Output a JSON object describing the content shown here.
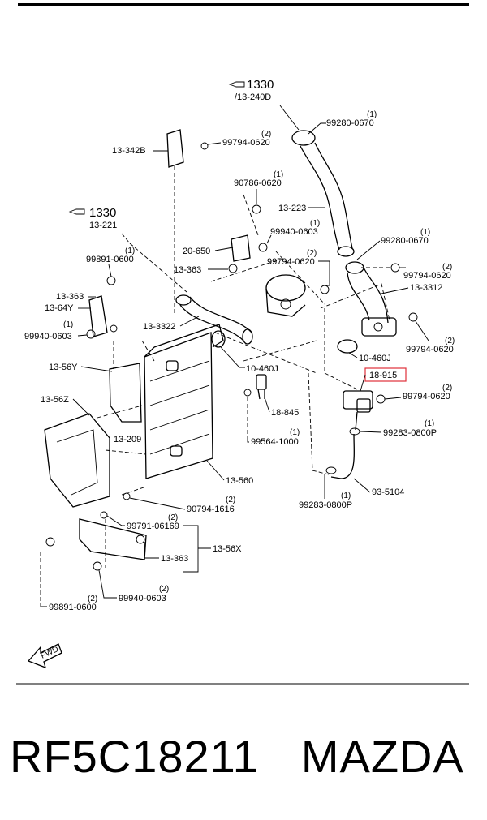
{
  "diagram": {
    "ref_upper": "1330",
    "ref_upper_sub": "/13-240D",
    "ref_left": "1330",
    "ref_left_sub": "13-221",
    "fwd": "FWD",
    "parts": {
      "p99280_0670_a": "99280-0670",
      "p99280_0670_a_qty": "(1)",
      "p13_342b": "13-342B",
      "p99794_0620_a": "99794-0620",
      "p99794_0620_a_qty": "(2)",
      "p90786_0620": "90786-0620",
      "p90786_0620_qty": "(1)",
      "p13_223": "13-223",
      "p99940_0603_a": "99940-0603",
      "p99940_0603_a_qty": "(1)",
      "p99280_0670_b": "99280-0670",
      "p99280_0670_b_qty": "(1)",
      "p20_650": "20-650",
      "p99891_0600_a": "99891-0600",
      "p99891_0600_a_qty": "(1)",
      "p99794_0620_b": "99794-0620",
      "p99794_0620_b_qty": "(2)",
      "p99794_0620_c": "99794-0620",
      "p99794_0620_c_qty": "(2)",
      "p13_363_a": "13-363",
      "p13_3312": "13-3312",
      "p13_363_b": "13-363",
      "p13_64y": "13-64Y",
      "p13_3322": "13-3322",
      "p99940_0603_b": "99940-0603",
      "p99940_0603_b_qty": "(1)",
      "p99794_0620_d": "99794-0620",
      "p99794_0620_d_qty": "(2)",
      "p10_460j_a": "10-460J",
      "p13_56y": "13-56Y",
      "p10_460j_b": "10-460J",
      "p18_915": "18-915",
      "p99794_0620_e": "99794-0620",
      "p99794_0620_e_qty": "(2)",
      "p13_56z": "13-56Z",
      "p18_845": "18-845",
      "p99283_0800p_a": "99283-0800P",
      "p99283_0800p_a_qty": "(1)",
      "p13_209": "13-209",
      "p99564_1000": "99564-1000",
      "p99564_1000_qty": "(1)",
      "p13_560": "13-560",
      "p93_5104": "93-5104",
      "p99283_0800p_b": "99283-0800P",
      "p99283_0800p_b_qty": "(1)",
      "p90794_1616": "90794-1616",
      "p90794_1616_qty": "(2)",
      "p99791_06169": "99791-06169",
      "p99791_06169_qty": "(2)",
      "p13_56x": "13-56X",
      "p13_363_c": "13-363",
      "p99940_0603_c": "99940-0603",
      "p99940_0603_c_qty": "(2)",
      "p99891_0600_b": "99891-0600",
      "p99891_0600_b_qty": "(2)"
    }
  },
  "caption": {
    "part_number": "RF5C18211",
    "brand": "MAZDA"
  },
  "colors": {
    "highlight": "#e0303a",
    "ink": "#000000"
  }
}
